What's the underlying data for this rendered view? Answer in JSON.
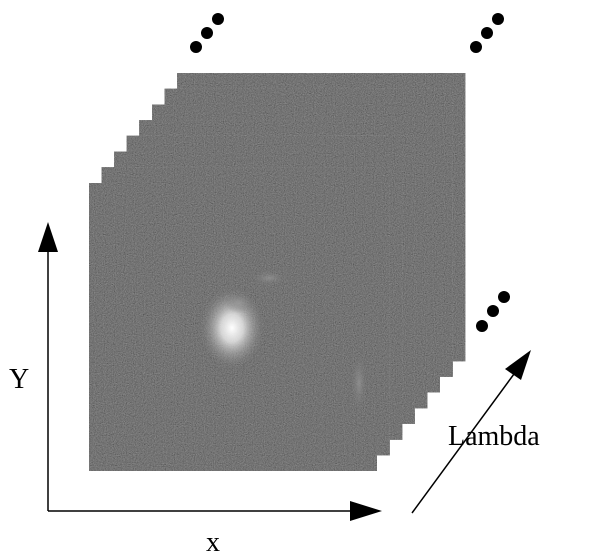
{
  "axes": {
    "y_label": "Y",
    "x_label": "x",
    "lambda_label": "Lambda"
  },
  "cube": {
    "slice_count": 8,
    "continuation_marks": "..."
  },
  "colors": {
    "background": "#ffffff",
    "ink": "#000000",
    "slice_base": "#2b2b2b"
  }
}
